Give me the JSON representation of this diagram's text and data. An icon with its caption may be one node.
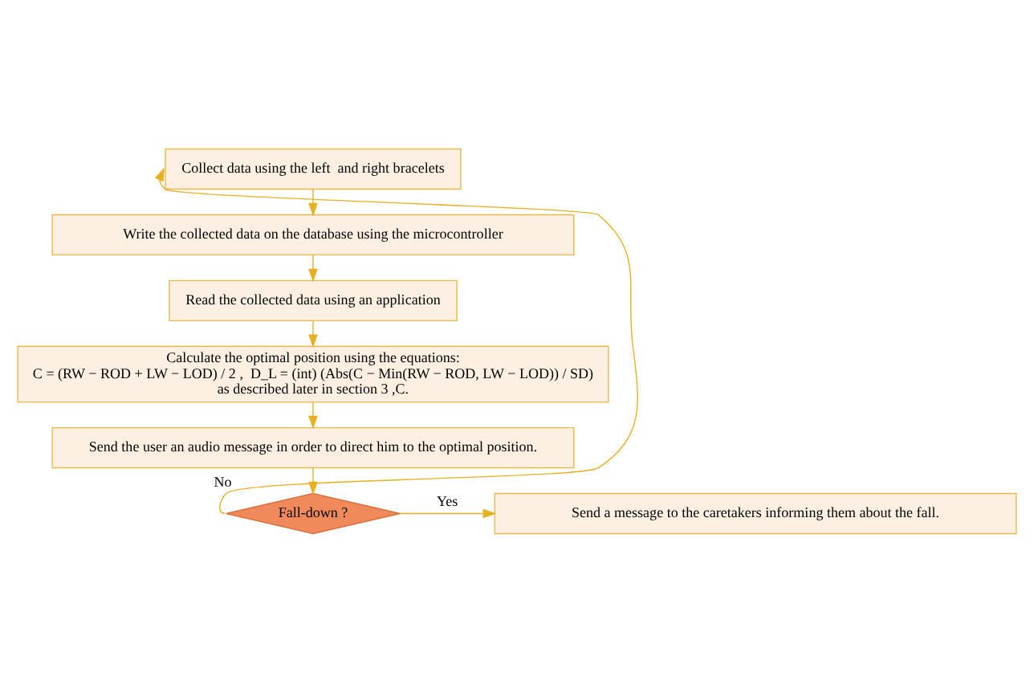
{
  "diagram": {
    "nodes": [
      {
        "text": [
          "Collect data using the left  and right bracelets"
        ]
      },
      {
        "text": [
          "Write the collected data on the database using the microcontroller"
        ]
      },
      {
        "text": [
          "Read the collected data using an application"
        ]
      },
      {
        "text": [
          "Calculate the optimal position using the equations:",
          "C = (RW − ROD + LW − LOD) / 2 ,  D_L = (int) (Abs(C − Min(RW − ROD, LW − LOD)) / SD)",
          "as described later in section 3 ,C."
        ]
      },
      {
        "text": [
          "Send the user an audio message in order to direct him to the optimal position."
        ]
      },
      {
        "text": [
          "Fall-down ?"
        ]
      },
      {
        "text": [
          "Send a message to the caretakers informing them about the fall."
        ]
      }
    ],
    "edges": [
      {
        "from": 0,
        "to": 1,
        "arrow": "to"
      },
      {
        "from": 1,
        "to": 2,
        "arrow": "to"
      },
      {
        "from": 2,
        "to": 3,
        "arrow": "to"
      },
      {
        "from": 3,
        "to": 4,
        "arrow": "to"
      },
      {
        "from": 4,
        "to": 5,
        "arrow": "to"
      },
      {
        "from": 5,
        "to": 6,
        "arrow": "to",
        "label": "Yes"
      },
      {
        "from": 5,
        "to": 0,
        "arrow": "to",
        "label": "No"
      }
    ]
  }
}
